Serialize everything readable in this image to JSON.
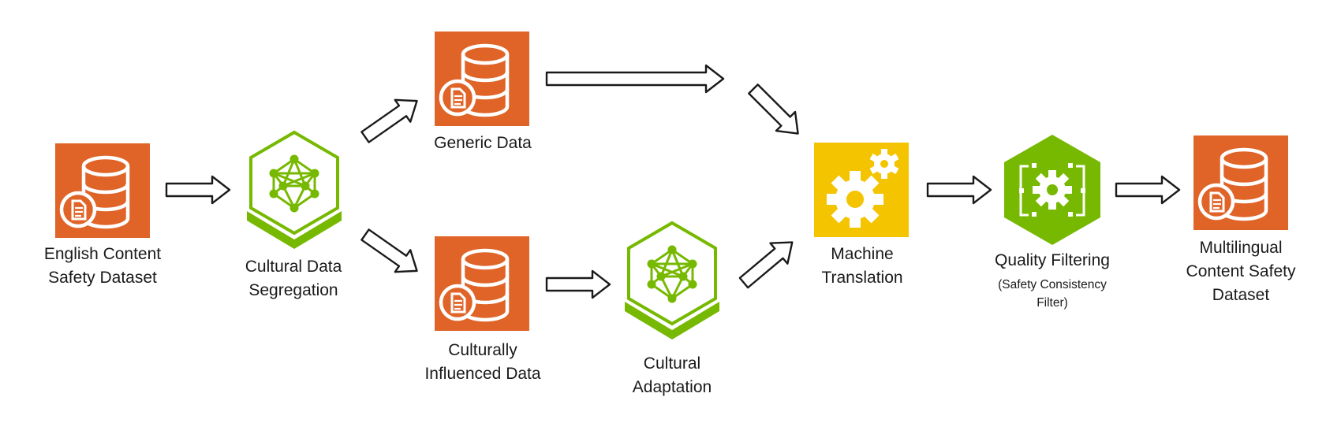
{
  "nodes": {
    "english_dataset": {
      "line1": "English Content",
      "line2": "Safety Dataset",
      "icon": "database-document-icon"
    },
    "segregation": {
      "line1": "Cultural Data",
      "line2": "Segregation",
      "icon": "neural-network-icon"
    },
    "generic": {
      "line1": "Generic Data",
      "icon": "database-document-icon"
    },
    "culturally_influenced": {
      "line1": "Culturally",
      "line2": "Influenced Data",
      "icon": "database-document-icon"
    },
    "adaptation": {
      "line1": "Cultural",
      "line2": "Adaptation",
      "icon": "neural-network-icon"
    },
    "translation": {
      "line1": "Machine",
      "line2": "Translation",
      "icon": "gears-icon"
    },
    "filtering": {
      "line1": "Quality Filtering",
      "sub1": "(Safety Consistency",
      "sub2": "Filter)",
      "icon": "gear-filter-icon"
    },
    "multilingual": {
      "line1": "Multilingual",
      "line2": "Content Safety",
      "line3": "Dataset",
      "icon": "database-document-icon"
    }
  },
  "colors": {
    "dataset_orange": "#E06428",
    "nn_green": "#76B900",
    "translation_yellow": "#F5C400",
    "filter_green": "#76B900",
    "arrow_stroke": "#1a1a1a"
  }
}
